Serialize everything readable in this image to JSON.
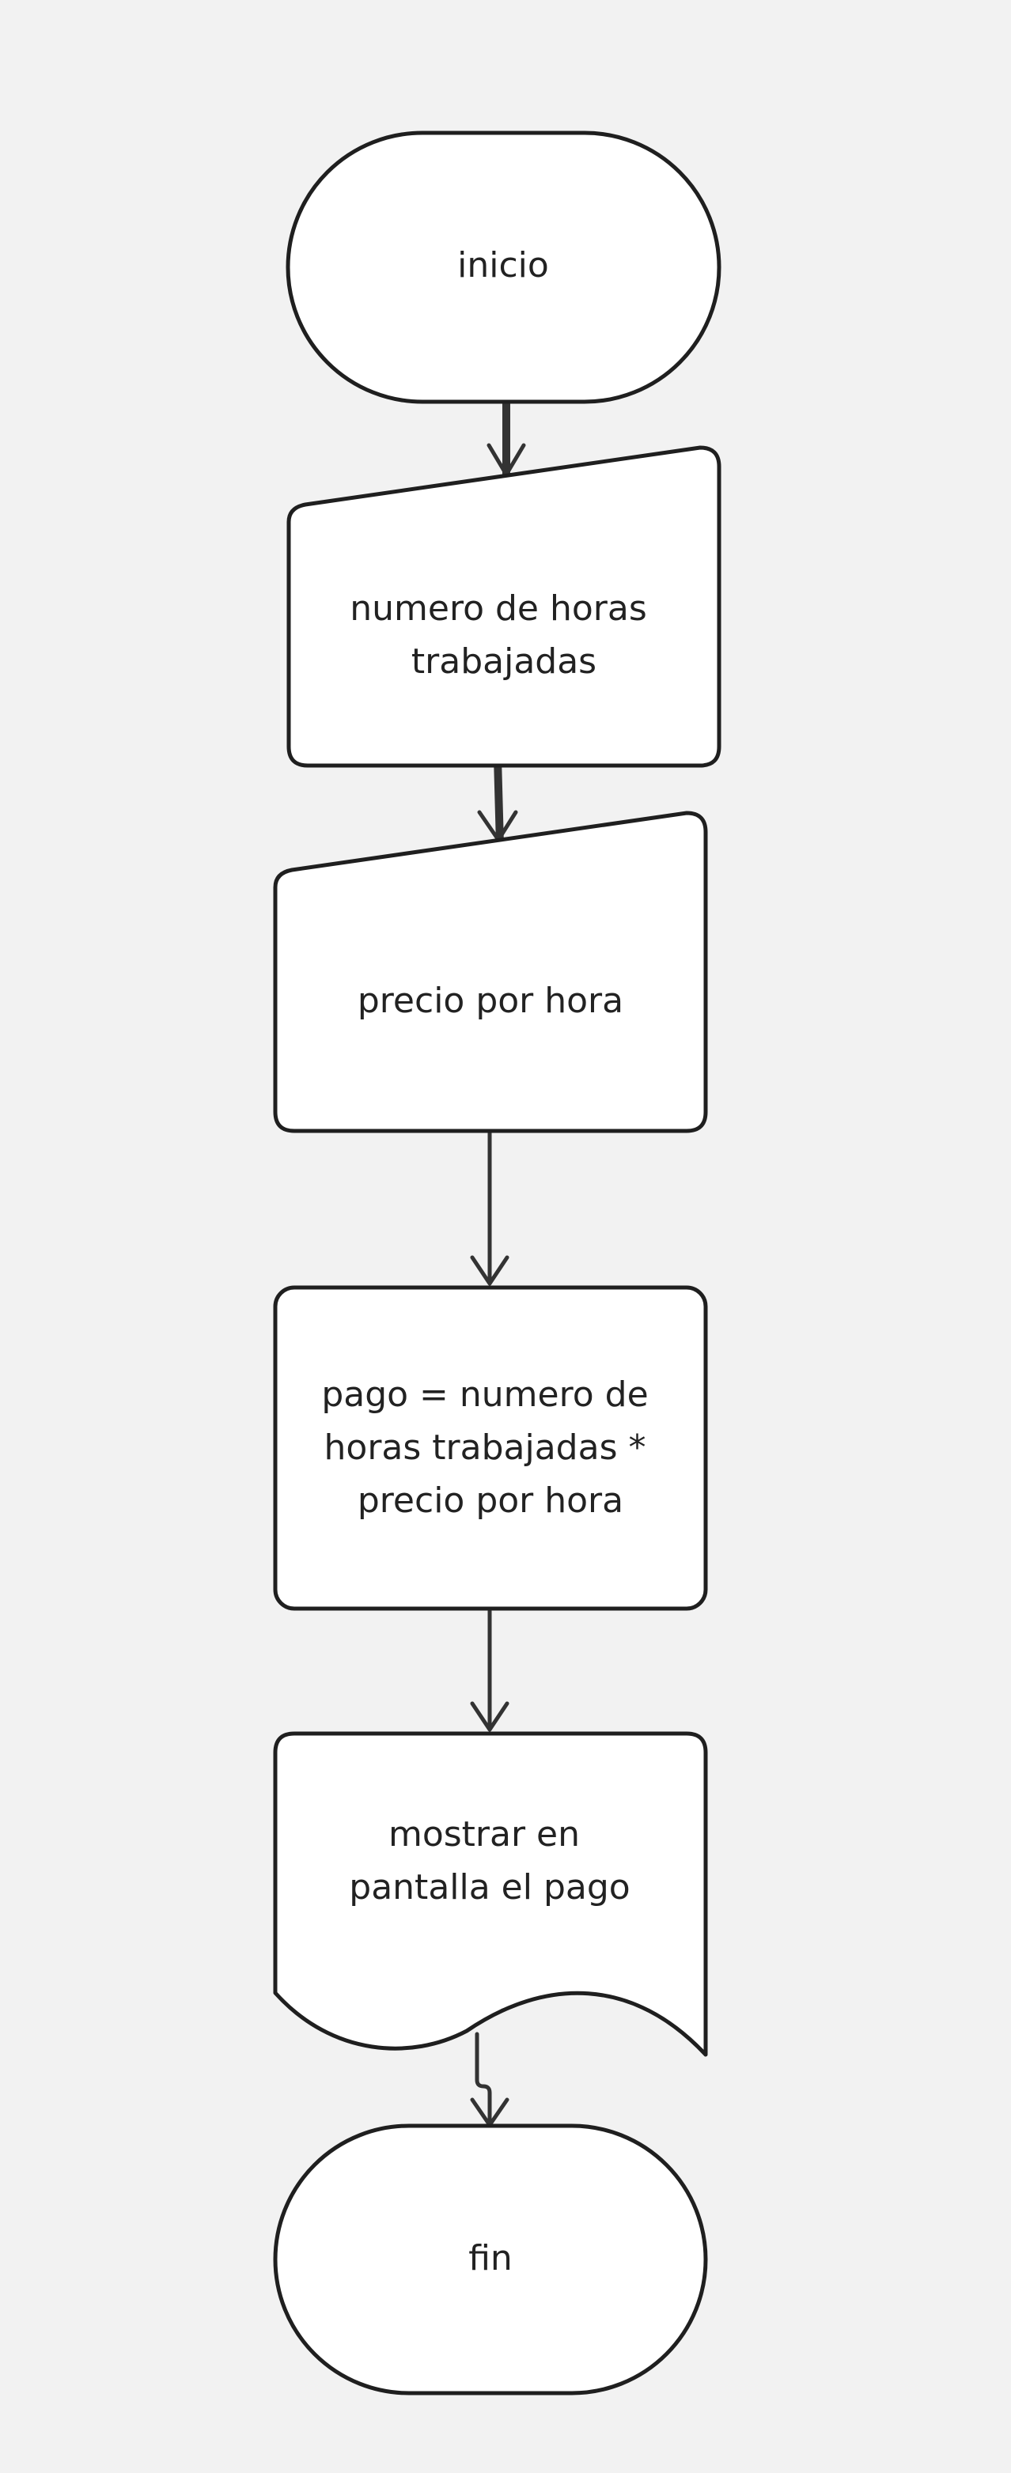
{
  "colors": {
    "background": "#f2f2f2",
    "node_fill": "#ffffff",
    "node_stroke": "#1f1f1f",
    "edge": "#333333",
    "text": "#222222"
  },
  "nodes": [
    {
      "id": "inicio",
      "shape": "terminal",
      "lines": [
        "inicio"
      ]
    },
    {
      "id": "horas",
      "shape": "manual-input",
      "lines": [
        "numero de horas",
        "trabajadas"
      ]
    },
    {
      "id": "precio",
      "shape": "manual-input",
      "lines": [
        "precio por hora"
      ]
    },
    {
      "id": "pago",
      "shape": "process",
      "lines": [
        "pago = numero de",
        "horas trabajadas *",
        "precio por hora"
      ]
    },
    {
      "id": "mostrar",
      "shape": "document",
      "lines": [
        "mostrar en",
        "pantalla el pago"
      ]
    },
    {
      "id": "fin",
      "shape": "terminal",
      "lines": [
        "fin"
      ]
    }
  ],
  "edges": [
    {
      "from": "inicio",
      "to": "horas"
    },
    {
      "from": "horas",
      "to": "precio"
    },
    {
      "from": "precio",
      "to": "pago"
    },
    {
      "from": "pago",
      "to": "mostrar"
    },
    {
      "from": "mostrar",
      "to": "fin"
    }
  ]
}
